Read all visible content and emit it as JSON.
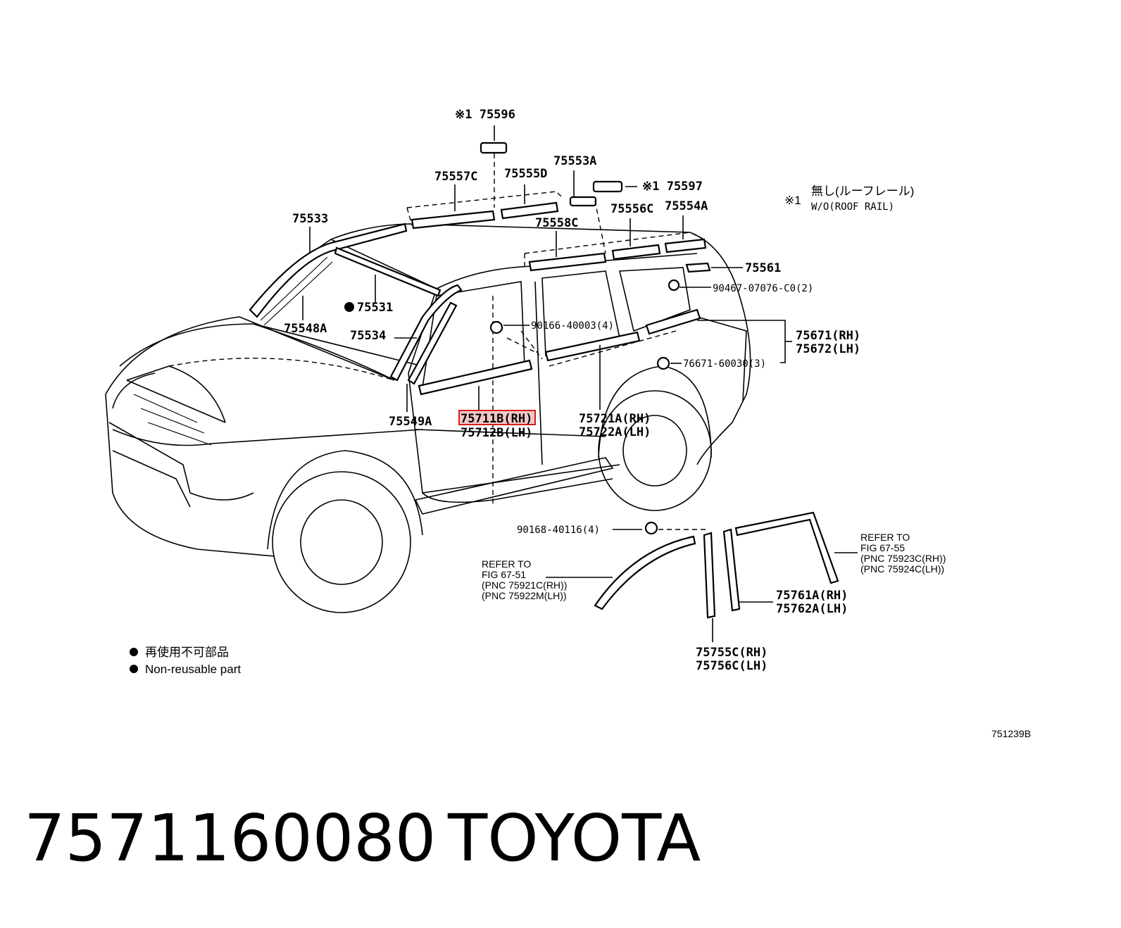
{
  "labels": {
    "p75596": "※1 75596",
    "p75553A": "75553A",
    "p75557C": "75557C",
    "p75555D": "75555D",
    "p75597": "※1 75597",
    "note1_mark": "※1",
    "note1_jp": "無し(ルーフレール)",
    "note1_en": "W/O(ROOF RAIL)",
    "p75533": "75533",
    "p75556C": "75556C",
    "p75554A": "75554A",
    "p75558C": "75558C",
    "p75561": "75561",
    "p90467": "90467-07076-C0(2)",
    "p75531": "75531",
    "p90166": "90166-40003(4)",
    "p75548A": "75548A",
    "p75534": "75534",
    "p75671": "75671(RH)",
    "p75672": "75672(LH)",
    "p76671": "76671-60030(3)",
    "p75549A": "75549A",
    "p75711B": "75711B(RH)",
    "p75712B": "75712B(LH)",
    "p75721A": "75721A(RH)",
    "p75722A": "75722A(LH)",
    "p90168": "90168-40116(4)",
    "ref1_a": "REFER TO",
    "ref1_b": "FIG  67-51",
    "ref1_c": "(PNC  75921C(RH))",
    "ref1_d": "(PNC  75922M(LH))",
    "ref2_a": "REFER TO",
    "ref2_b": "FIG  67-55",
    "ref2_c": "(PNC  75923C(RH))",
    "ref2_d": "(PNC  75924C(LH))",
    "p75761A": "75761A(RH)",
    "p75762A": "75762A(LH)",
    "p75755C": "75755C(RH)",
    "p75756C": "75756C(LH)",
    "legend_jp": "再使用不可部品",
    "legend_en": "Non-reusable part",
    "fig_id": "751239B"
  },
  "footer": {
    "part_number": "7571160080",
    "brand": "TOYOTA"
  },
  "highlight_color": "#d21e1e"
}
